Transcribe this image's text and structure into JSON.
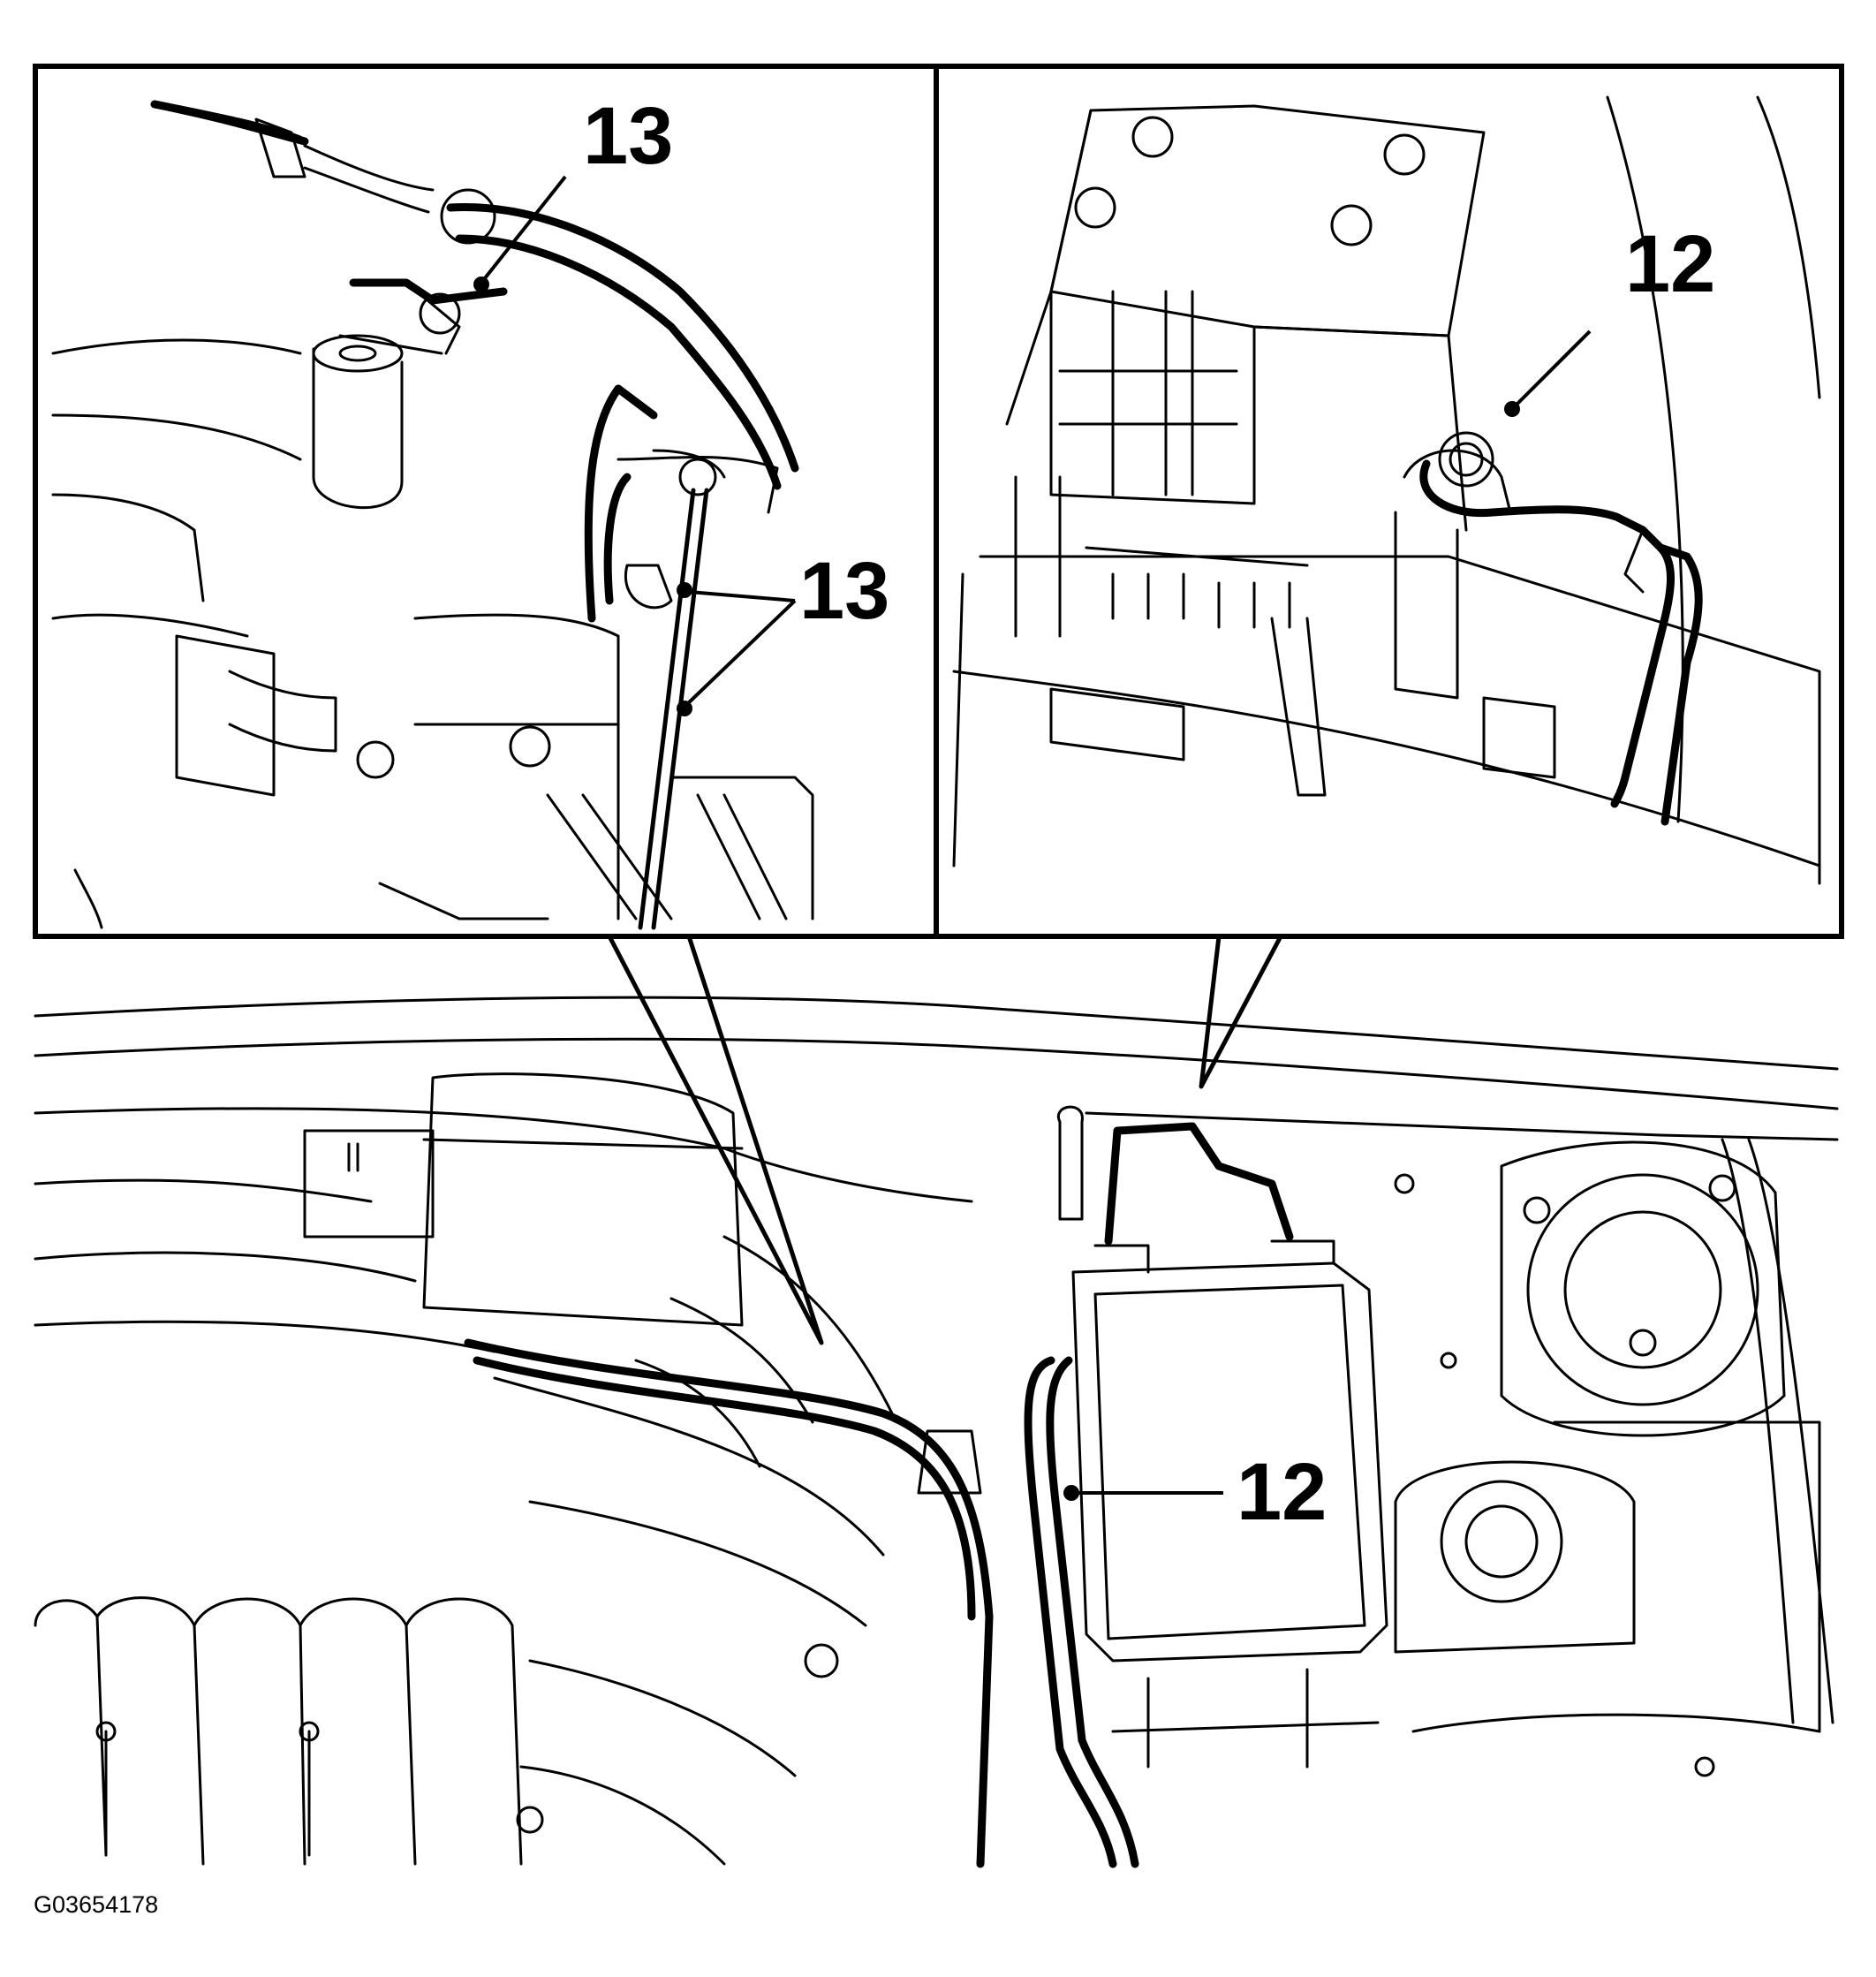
{
  "figure": {
    "callouts": {
      "inset_left_top": "13",
      "inset_left_mid": "13",
      "inset_right": "12",
      "main_view": "12"
    },
    "figure_id": "G03654178"
  },
  "colors": {
    "line": "#000000",
    "background": "#ffffff"
  }
}
